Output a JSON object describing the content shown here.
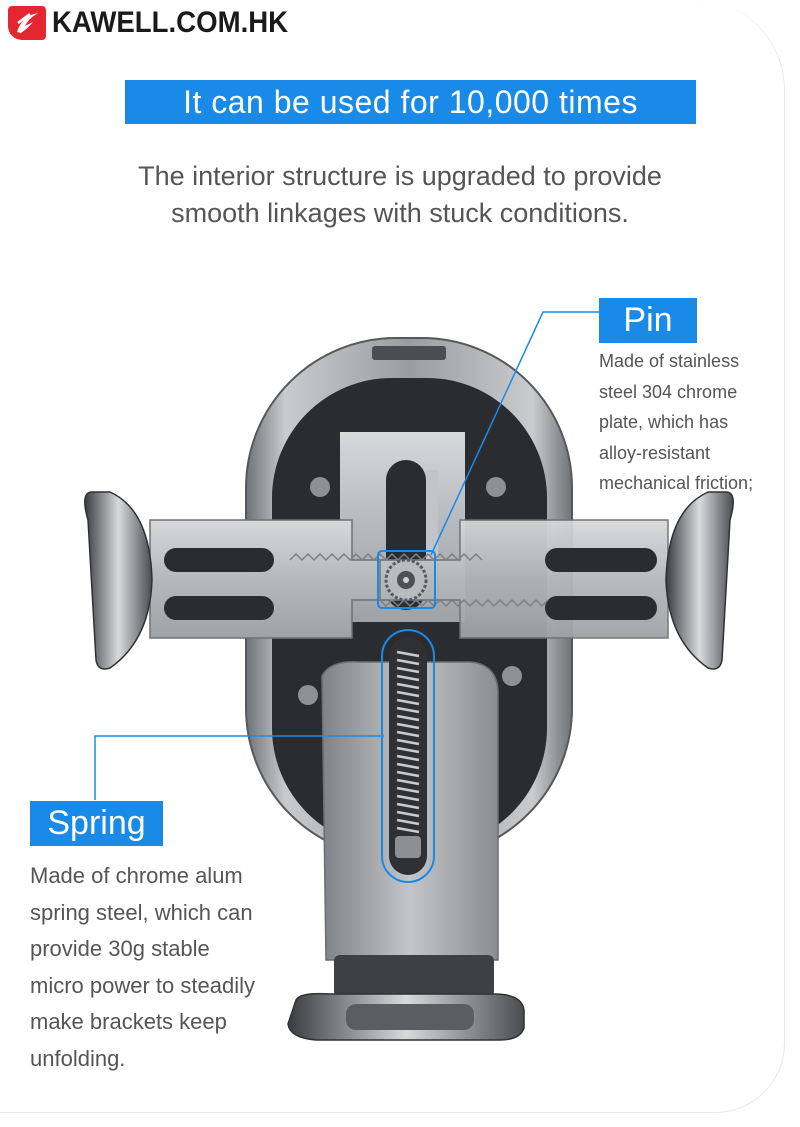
{
  "brand": {
    "logo_text": "KAWELL.COM.HK",
    "accent_color": "#1a8ae8",
    "logo_color": "#e3262f"
  },
  "banner": {
    "title": "It can be used for 10,000 times"
  },
  "subtitle": {
    "lines": [
      "The interior structure is upgraded to provide",
      "smooth linkages with stuck conditions."
    ]
  },
  "callouts": {
    "pin": {
      "label": "Pin",
      "lines": [
        "Made of stainless",
        "steel 304 chrome",
        "plate, which has",
        "alloy-resistant",
        "mechanical friction;"
      ]
    },
    "spring": {
      "label": "Spring",
      "lines": [
        "Made of chrome alum",
        "spring steel, which can",
        "provide 30g stable",
        "micro power to steadily",
        "make brackets keep",
        "unfolding."
      ]
    }
  },
  "product_image": {
    "icon": "car-phone-holder-illustration"
  }
}
